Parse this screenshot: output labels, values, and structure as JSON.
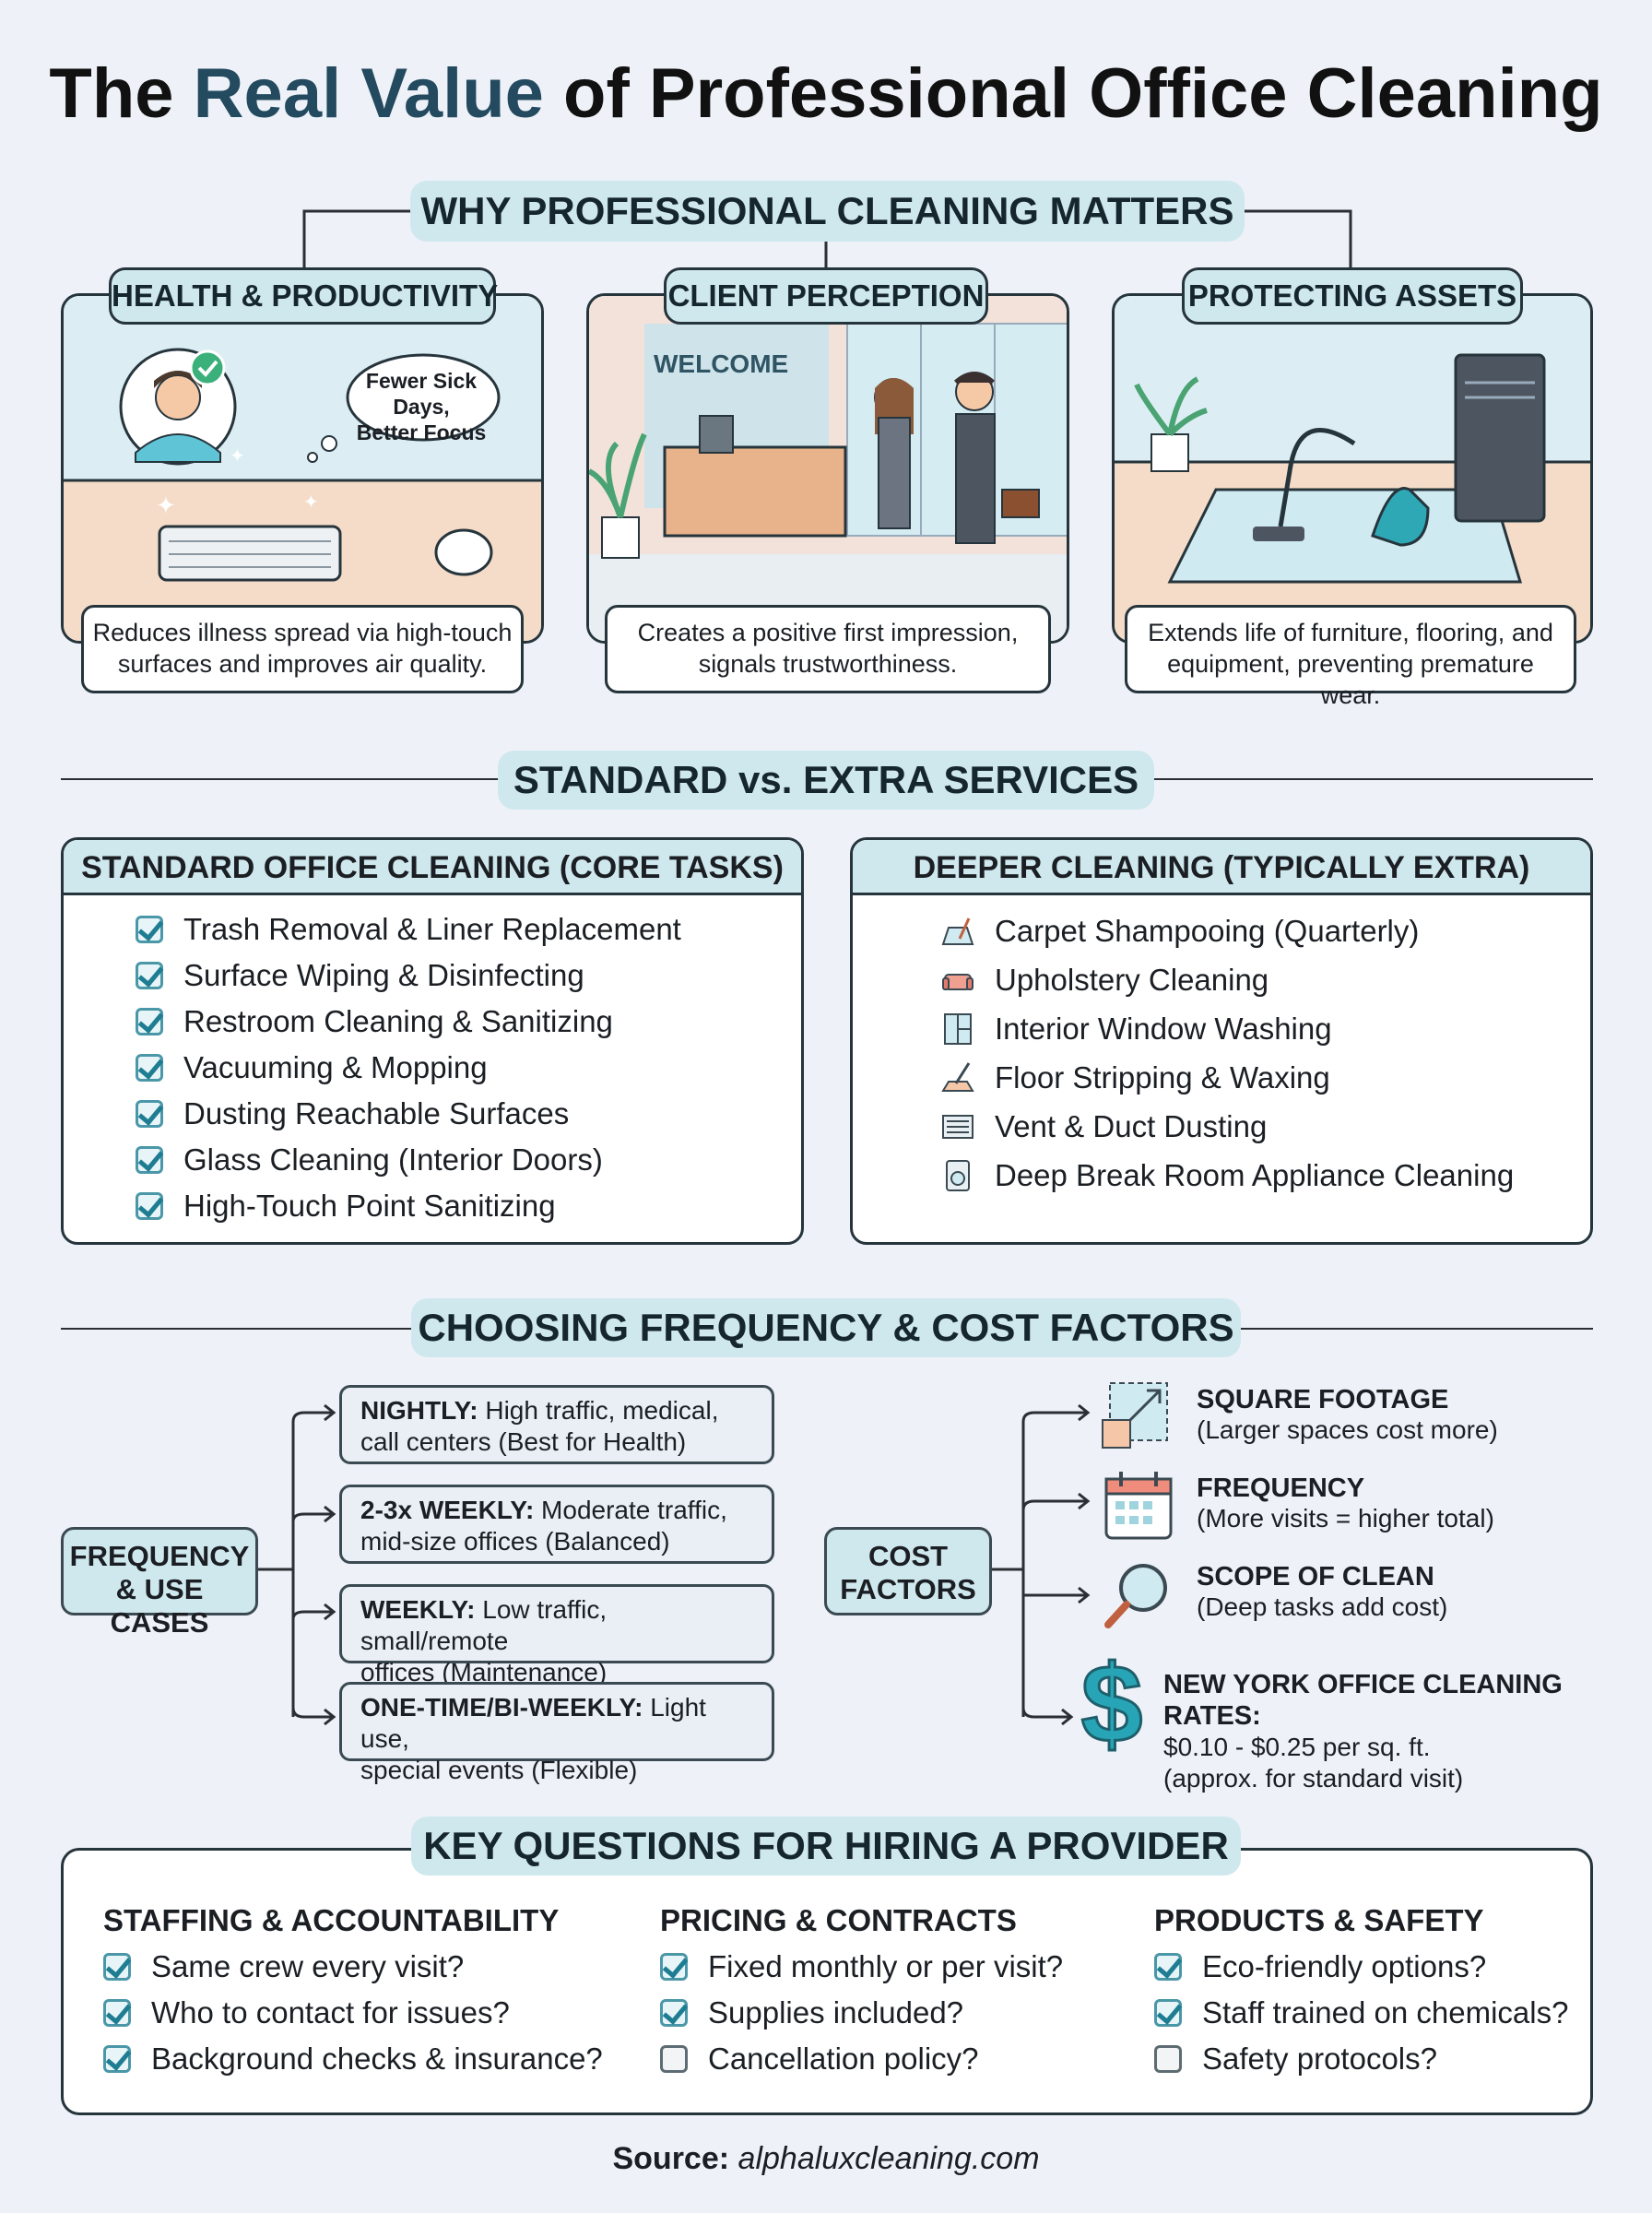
{
  "title": {
    "part1": "The",
    "accent": "Real Value",
    "part2": "of Professional Office Cleaning"
  },
  "why": {
    "heading": "WHY PROFESSIONAL CLEANING MATTERS",
    "panels": [
      {
        "tag": "HEALTH & PRODUCTIVITY",
        "bubble_line1": "Fewer Sick Days,",
        "bubble_line2": "Better Focus",
        "caption_line1": "Reduces illness spread via high-touch",
        "caption_line2": "surfaces and improves air quality."
      },
      {
        "tag": "CLIENT PERCEPTION",
        "sign": "WELCOME",
        "caption_line1": "Creates a positive first impression,",
        "caption_line2": "signals trustworthiness."
      },
      {
        "tag": "PROTECTING ASSETS",
        "caption_line1": "Extends life of furniture, flooring, and",
        "caption_line2": "equipment, preventing premature wear."
      }
    ]
  },
  "services": {
    "heading": "STANDARD vs. EXTRA SERVICES",
    "standard": {
      "title": "STANDARD OFFICE CLEANING (CORE TASKS)",
      "items": [
        "Trash Removal & Liner Replacement",
        "Surface Wiping & Disinfecting",
        "Restroom Cleaning & Sanitizing",
        "Vacuuming & Mopping",
        "Dusting Reachable Surfaces",
        "Glass Cleaning (Interior Doors)",
        "High-Touch Point Sanitizing"
      ]
    },
    "extra": {
      "title": "DEEPER CLEANING (TYPICALLY EXTRA)",
      "items": [
        {
          "label": "Carpet Shampooing (Quarterly)",
          "icon": "carpet-icon"
        },
        {
          "label": "Upholstery Cleaning",
          "icon": "sofa-icon"
        },
        {
          "label": "Interior Window Washing",
          "icon": "window-icon"
        },
        {
          "label": "Floor Stripping & Waxing",
          "icon": "mop-icon"
        },
        {
          "label": "Vent & Duct Dusting",
          "icon": "vent-icon"
        },
        {
          "label": "Deep Break Room Appliance Cleaning",
          "icon": "appliance-icon"
        }
      ]
    }
  },
  "frequency": {
    "heading": "CHOOSING FREQUENCY & COST FACTORS",
    "left_label_line1": "FREQUENCY",
    "left_label_line2": "& USE CASES",
    "options": [
      {
        "key": "NIGHTLY:",
        "rest1": " High traffic, medical,",
        "line2": "call centers (Best for Health)"
      },
      {
        "key": "2-3x WEEKLY:",
        "rest1": " Moderate traffic,",
        "line2": "mid-size offices (Balanced)"
      },
      {
        "key": "WEEKLY:",
        "rest1": " Low traffic, small/remote",
        "line2": "offices (Maintenance)"
      },
      {
        "key": "ONE-TIME/BI-WEEKLY:",
        "rest1": " Light use,",
        "line2": "special events (Flexible)"
      }
    ],
    "cost_label_line1": "COST",
    "cost_label_line2": "FACTORS",
    "factors": [
      {
        "title": "SQUARE FOOTAGE",
        "sub": "(Larger spaces cost more)",
        "icon": "square-footage-icon"
      },
      {
        "title": "FREQUENCY",
        "sub": "(More visits = higher total)",
        "icon": "calendar-icon"
      },
      {
        "title": "SCOPE OF CLEAN",
        "sub": "(Deep tasks add cost)",
        "icon": "magnifier-icon"
      }
    ],
    "rates": {
      "title": "NEW YORK OFFICE CLEANING RATES:",
      "line2": "$0.10 - $0.25 per sq. ft.",
      "line3": "(approx. for standard visit)"
    }
  },
  "questions": {
    "heading": "KEY QUESTIONS FOR HIRING A PROVIDER",
    "columns": [
      {
        "title": "STAFFING & ACCOUNTABILITY",
        "items": [
          {
            "text": "Same crew every visit?",
            "checked": true
          },
          {
            "text": "Who to contact for issues?",
            "checked": true
          },
          {
            "text": "Background checks & insurance?",
            "checked": true
          }
        ]
      },
      {
        "title": "PRICING & CONTRACTS",
        "items": [
          {
            "text": "Fixed monthly or per visit?",
            "checked": true
          },
          {
            "text": "Supplies included?",
            "checked": true
          },
          {
            "text": "Cancellation policy?",
            "checked": false
          }
        ]
      },
      {
        "title": "PRODUCTS & SAFETY",
        "items": [
          {
            "text": "Eco-friendly options?",
            "checked": true
          },
          {
            "text": "Staff trained on chemicals?",
            "checked": true
          },
          {
            "text": "Safety protocols?",
            "checked": false
          }
        ]
      }
    ]
  },
  "source": {
    "label": "Source:",
    "value": "alphaluxcleaning.com"
  }
}
